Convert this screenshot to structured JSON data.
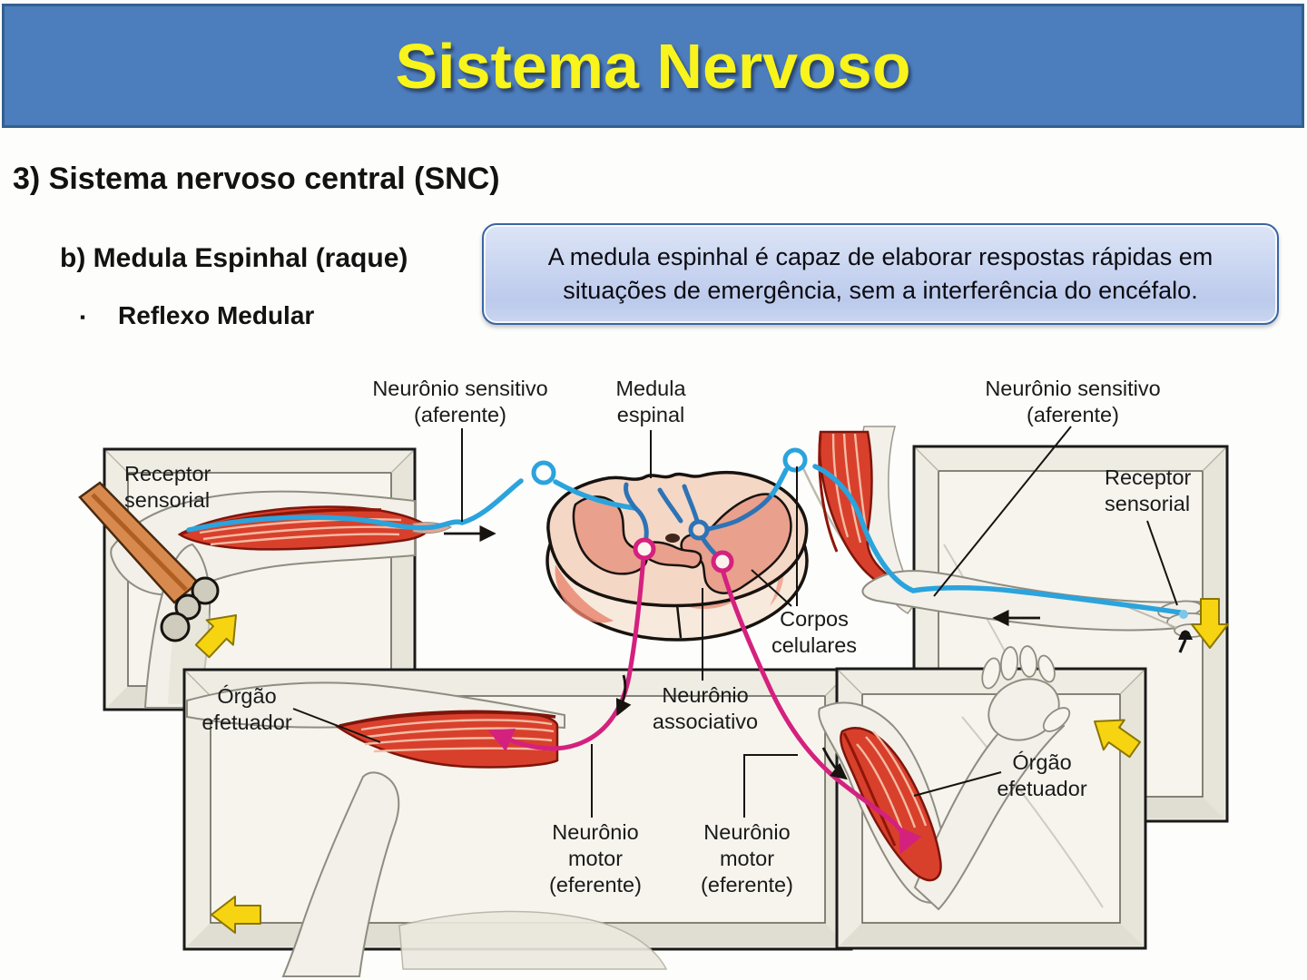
{
  "header": {
    "title": "Sistema Nervoso"
  },
  "outline": {
    "heading": "3) Sistema nervoso central (SNC)",
    "subheading": "b)  Medula Espinhal (raque)",
    "bullet_marker": "▪",
    "bullet": "Reflexo Medular"
  },
  "callout": {
    "text": "A medula espinhal é capaz de elaborar respostas rápidas em situações de emergência, sem a interferência do encéfalo."
  },
  "diagram": {
    "labels": {
      "sensory_left": "Neurônio sensitivo\n(aferente)",
      "medula": "Medula\nespinal",
      "sensory_right": "Neurônio sensitivo\n(aferente)",
      "receptor_left": "Receptor\nsensorial",
      "receptor_right": "Receptor\nsensorial",
      "corpos": "Corpos\ncelulares",
      "efetuador_left": "Órgão\nefetuador",
      "associativo": "Neurônio\nassociativo",
      "motor_left": "Neurônio\nmotor\n(eferente)",
      "motor_right": "Neurônio\nmotor\n(eferente)",
      "efetuador_right": "Órgão\nefetuador"
    },
    "colors": {
      "header_bg": "#4C7DBD",
      "title_yellow": "#F8F41C",
      "nerve_sensory": "#2BA3DC",
      "nerve_motor": "#D4217E",
      "muscle_red": "#D8402C",
      "cord_face": "#F5D7C6",
      "cord_gray": "#E9A08C",
      "arrow_yellow": "#F7D411"
    }
  }
}
